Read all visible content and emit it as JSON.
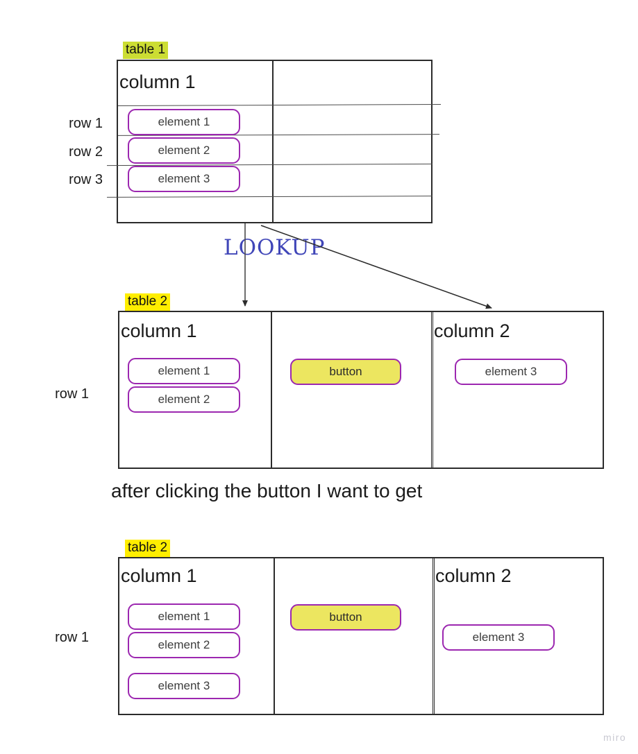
{
  "diagram": {
    "watermark": "miro",
    "caption": "after clicking the button I want to get",
    "lookup_label": "LOOKUP",
    "colors": {
      "pill_border": "#9c27b0",
      "button_fill": "#ece660",
      "label_highlight_green": "#ccdd33",
      "label_highlight_yellow": "#ffee00",
      "lookup_text": "#4046b8",
      "table_border": "#2b2b2b",
      "watermark_text": "#c9c9d2"
    }
  },
  "table1": {
    "label": "table 1",
    "columns": [
      {
        "header": "column 1"
      },
      {
        "header": ""
      }
    ],
    "row_labels": [
      "row 1",
      "row 2",
      "row 3"
    ],
    "elements": [
      "element 1",
      "element 2",
      "element 3"
    ]
  },
  "table2_before": {
    "label": "table 2",
    "columns": [
      {
        "header": "column 1"
      },
      {
        "header": ""
      },
      {
        "header": "column 2"
      }
    ],
    "row_labels": [
      "row 1"
    ],
    "column1_elements": [
      "element 1",
      "element 2"
    ],
    "button_label": "button",
    "column2_elements": [
      "element 3"
    ]
  },
  "table2_after": {
    "label": "table 2",
    "columns": [
      {
        "header": "column 1"
      },
      {
        "header": ""
      },
      {
        "header": "column 2"
      }
    ],
    "row_labels": [
      "row 1"
    ],
    "column1_elements": [
      "element 1",
      "element 2",
      "element 3"
    ],
    "button_label": "button",
    "column2_elements": [
      "element 3"
    ]
  }
}
